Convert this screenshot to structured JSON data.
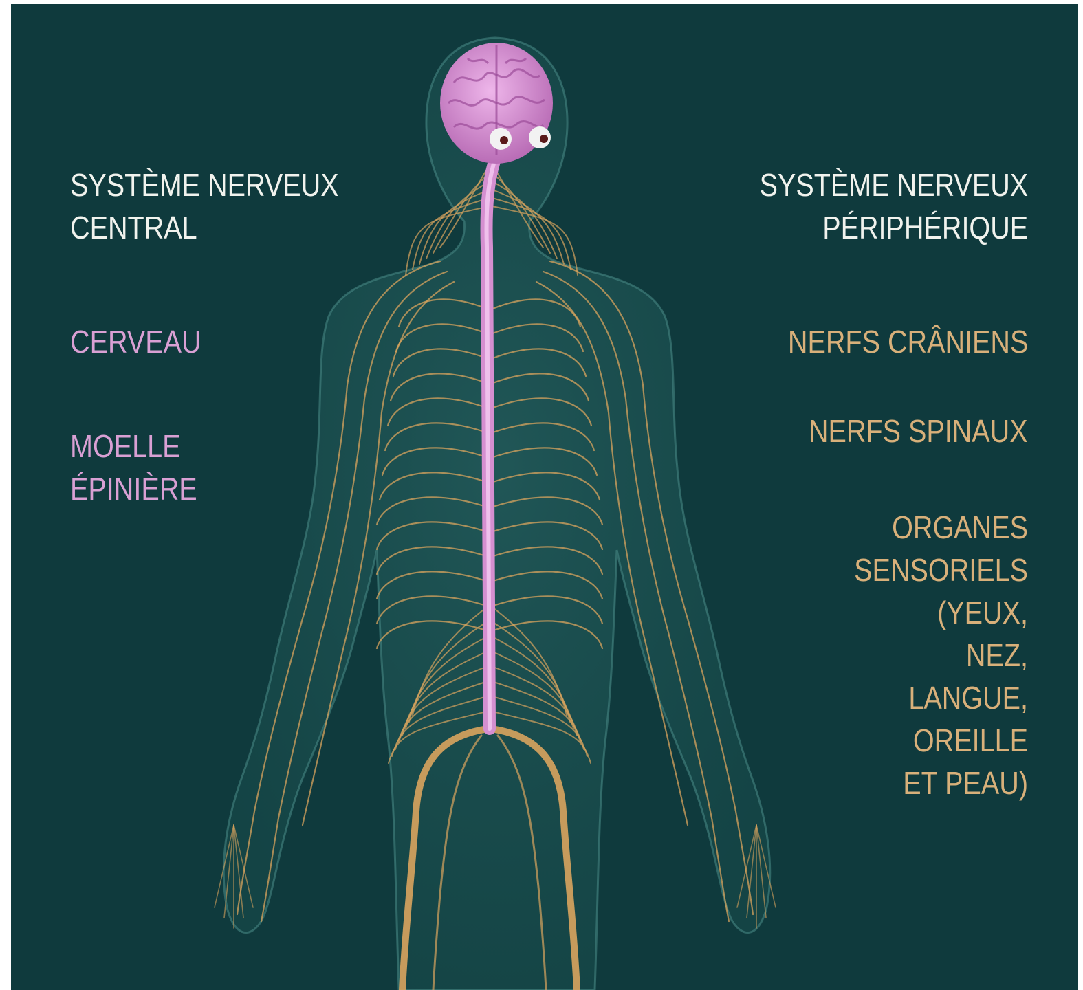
{
  "colors": {
    "background": "#0f3a3d",
    "central_text": "#d9a0d4",
    "peripheral_text": "#d8b07a",
    "heading_text": "#f1f3ee",
    "brain": "#d58fd0",
    "nerves": "#d9a45e"
  },
  "left": {
    "title": [
      "SYSTÈME NERVEUX",
      "CENTRAL"
    ],
    "brain_label": "CERVEAU",
    "spinal_cord_label": [
      "MOELLE",
      "ÉPINIÈRE"
    ]
  },
  "right": {
    "title": [
      "SYSTÈME NERVEUX",
      "PÉRIPHÉRIQUE"
    ],
    "cranial_nerves_label": "NERFS CRÂNIENS",
    "spinal_nerves_label": "NERFS SPINAUX",
    "sense_organs_label": [
      "ORGANES",
      "SENSORIELS",
      "(YEUX,",
      "NEZ,",
      "LANGUE,",
      "OREILLE",
      "ET PEAU)"
    ]
  }
}
